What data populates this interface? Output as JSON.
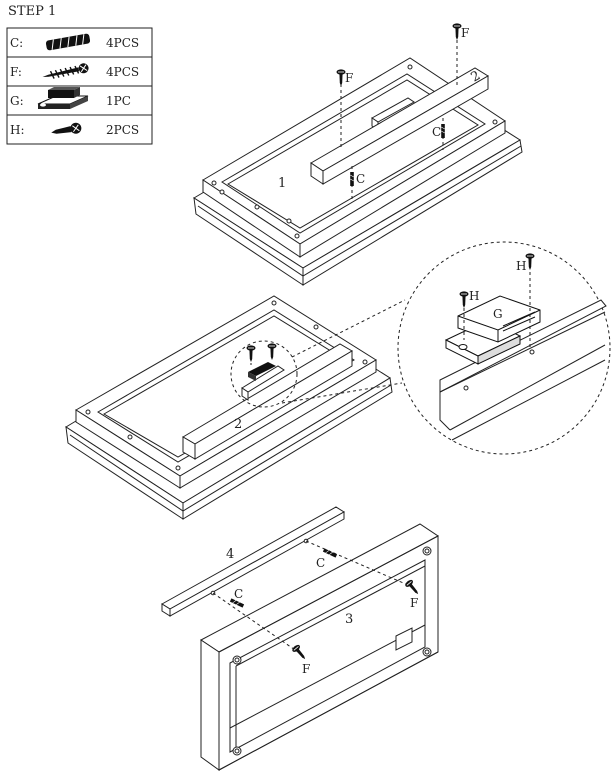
{
  "step_title": "STEP 1",
  "parts_table": [
    {
      "code": "C:",
      "qty": "4PCS",
      "icon": "dowel-icon"
    },
    {
      "code": "F:",
      "qty": "4PCS",
      "icon": "screw-icon"
    },
    {
      "code": "G:",
      "qty": "1PC",
      "icon": "magnetic-catch-icon"
    },
    {
      "code": "H:",
      "qty": "2PCS",
      "icon": "short-screw-icon"
    }
  ],
  "callouts": {
    "panel_1": "1",
    "panel_2": "2",
    "panel_2b": "2",
    "panel_3": "3",
    "panel_4": "4",
    "f": "F",
    "c": "C",
    "g": "G",
    "h": "H"
  }
}
